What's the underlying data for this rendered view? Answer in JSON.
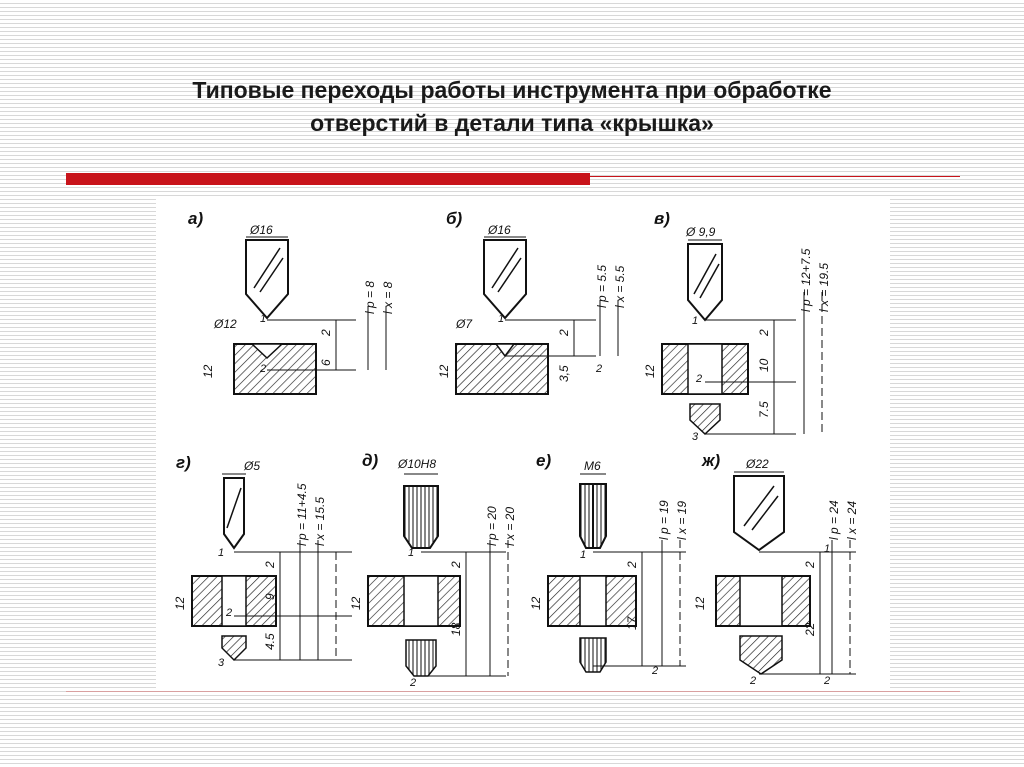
{
  "title": {
    "line1": "Типовые переходы работы инструмента при обработке",
    "line2": "отверстий в детали типа «крышка»"
  },
  "colors": {
    "accent": "#c8141b",
    "text": "#1a1a1a"
  },
  "figure": {
    "panels": [
      {
        "id": "a",
        "label": "а)",
        "tool_dim": "Ø16",
        "hole_dim": "Ø12",
        "thickness": "12",
        "dims": [
          "2",
          "6"
        ],
        "lp": "l p = 8",
        "lx": "l x = 8",
        "points": [
          "1",
          "2"
        ]
      },
      {
        "id": "b",
        "label": "б)",
        "tool_dim": "Ø16",
        "hole_dim": "Ø7",
        "thickness": "12",
        "dims": [
          "2",
          "3,5"
        ],
        "lp": "l p = 5.5",
        "lx": "l x = 5.5",
        "points": [
          "1",
          "2"
        ]
      },
      {
        "id": "v",
        "label": "в)",
        "tool_dim": "Ø 9,9",
        "thickness": "12",
        "dims": [
          "2",
          "10",
          "7.5"
        ],
        "lp": "l p = 12+7.5",
        "lx": "l x = 19.5",
        "points": [
          "1",
          "2",
          "3"
        ]
      },
      {
        "id": "g",
        "label": "г)",
        "tool_dim": "Ø5",
        "thickness": "12",
        "dims": [
          "2",
          "9",
          "4.5"
        ],
        "lp": "l p = 11+4.5",
        "lx": "l x = 15.5",
        "points": [
          "1",
          "2",
          "3"
        ]
      },
      {
        "id": "d",
        "label": "д)",
        "tool_dim": "Ø10Н8",
        "thickness": "12",
        "dims": [
          "2",
          "18"
        ],
        "lp": "l p = 20",
        "lx": "l x = 20",
        "points": [
          "1",
          "2"
        ]
      },
      {
        "id": "e",
        "label": "е)",
        "tool_dim": "М6",
        "thickness": "12",
        "dims": [
          "2",
          "17"
        ],
        "lp": "l p = 19",
        "lx": "l x = 19",
        "points": [
          "1",
          "2"
        ]
      },
      {
        "id": "zh",
        "label": "ж)",
        "tool_dim": "Ø22",
        "thickness": "12",
        "dims": [
          "2",
          "22"
        ],
        "lp": "l p = 24",
        "lx": "l x = 24",
        "points": [
          "1",
          "2"
        ]
      }
    ]
  }
}
